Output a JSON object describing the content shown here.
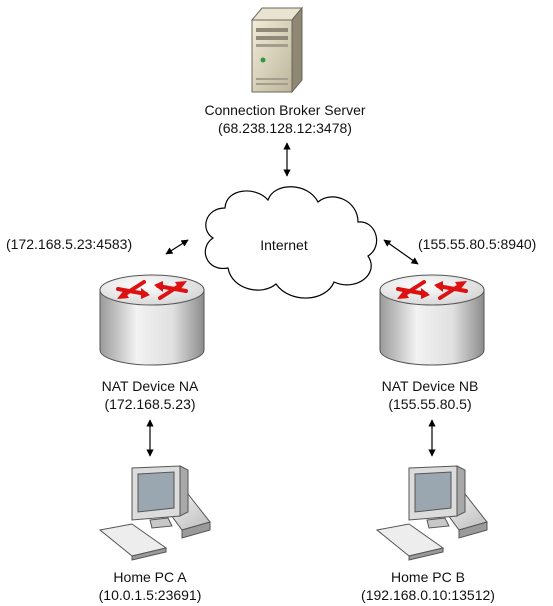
{
  "server": {
    "name": "Connection Broker Server",
    "address": "(68.238.128.12:3478)"
  },
  "cloud": {
    "label": "Internet"
  },
  "nat_a": {
    "name": "NAT Device NA",
    "address": "(172.168.5.23)",
    "public_endpoint": "(172.168.5.23:4583)"
  },
  "nat_b": {
    "name": "NAT Device NB",
    "address": "(155.55.80.5)",
    "public_endpoint": "(155.55.80.5:8940)"
  },
  "pc_a": {
    "name": "Home PC A",
    "address": "(10.0.1.5:23691)"
  },
  "pc_b": {
    "name": "Home PC B",
    "address": "(192.168.0.10:13512)"
  },
  "colors": {
    "router_arrows": "#dd1111",
    "router_body": "#e4e4e4",
    "server_body": "#d8d3c2",
    "monitor_screen": "#9aa7b0"
  }
}
